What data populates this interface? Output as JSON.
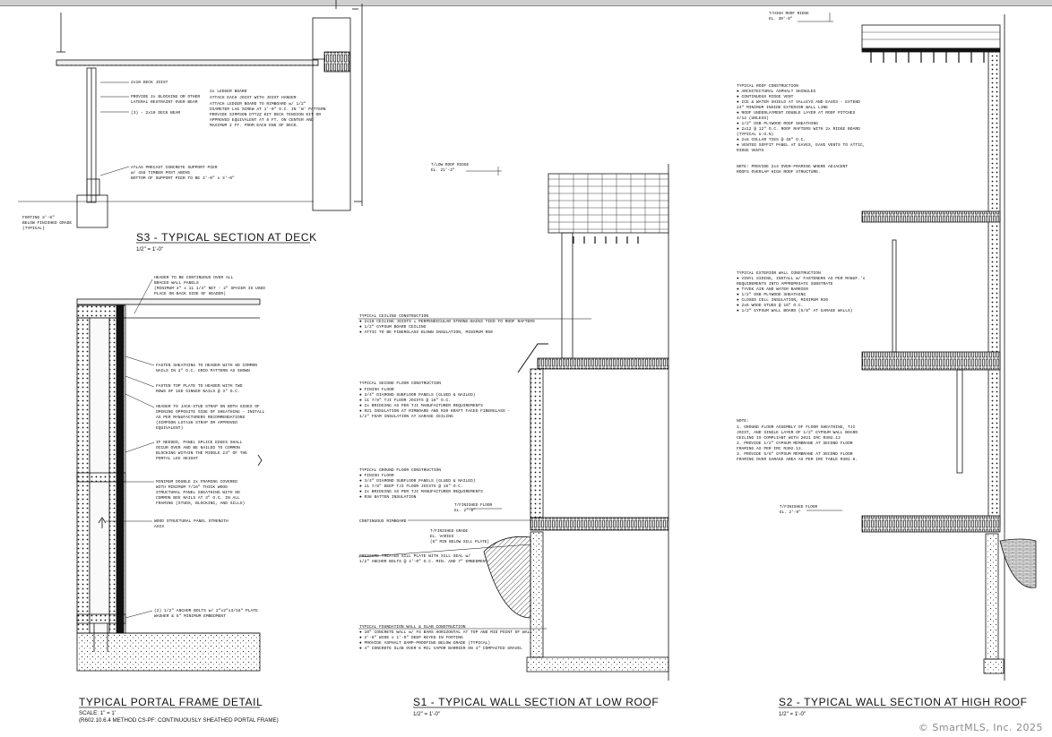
{
  "watermark": "© SmartMLS, Inc.  2025",
  "s3": {
    "title": "S3 - TYPICAL SECTION AT DECK",
    "scale": "1/2\" = 1'-0\"",
    "notes": {
      "deck_joist": "2x10 DECK JOIST",
      "blocking": [
        "PROVIDE 2x BLOCKING OR OTHER",
        "LATERAL RESTRAINT OVER BEAM"
      ],
      "beam": "(3) - 2x10 DECK BEAM",
      "ledger": [
        "2x LEDGER BOARD",
        "ATTACH EACH JOIST WITH JOIST HANGER",
        "ATTACH LEDGER BOARD TO RIMBOARD w/ 1/2\"",
        "DIAMETER LAG SCREW AT 1'-0\" O.C. IN 'W' PATTERN",
        "PROVIDE SIMPSON DTT2Z KIT DECK TENSION KIT OR",
        "APPROVED EQUIVALENT AT 8 FT. ON CENTER AND",
        "MAXIMUM 2 FT. FROM EACH END OF DECK."
      ],
      "pier": [
        "ATLAS PRECAST CONCRETE SUPPORT PIER",
        "w/ 4X6 TIMBER POST ABOVE",
        "BOTTOM OF SUPPORT PIER TO BE 3'-0\" x 3'-0\""
      ],
      "footing": [
        "FOOTING 3'-6\"",
        "BELOW FINISHED GRADE",
        "(TYPICAL)"
      ]
    }
  },
  "portal": {
    "title": "TYPICAL PORTAL FRAME DETAIL",
    "scale": "SCALE: 1\" = 1'",
    "subtitle": "(R602.10.6.4 METHOD CS-PF: CONTINUOUSLY SHEATHED PORTAL FRAME)",
    "notes": {
      "header": [
        "HEADER TO BE CONTINUOUS OVER ALL",
        "BRACED WALL PANELS",
        "(MINIMUM 3\" x 11 1/4\" NET - 2\" SPACER IS USED",
        "PLACE ON BACK SIDE OF HEADER)"
      ],
      "fasten_sheathing": [
        "FASTEN SHEATHING TO HEADER WITH 8D COMMON",
        "NAILS IN 3\" O.C. GRID PATTERN AS SHOWN"
      ],
      "fasten_top_plate": [
        "FASTEN TOP PLATE TO HEADER WITH TWO",
        "ROWS OF 16D SINKER NAILS @ 3\" O.C."
      ],
      "header_jack": [
        "HEADER TO JACK-STUD STRAP ON BOTH SIDES OF",
        "OPENING OPPOSITE SIDE OF SHEATHING - INSTALL",
        "AS PER MANUFACTURERS RECOMMENDATIONS",
        "(SIMPSON LSTA36 STRAP OR APPROVED",
        "EQUIVALENT)"
      ],
      "splice": [
        "IF NEEDED, PANEL SPLICE EDGES SHALL",
        "OCCUR OVER AND BE NAILED TO COMMON",
        "BLOCKING WITHIN THE MIDDLE 24\" OF THE",
        "PORTAL LEG HEIGHT"
      ],
      "double_framing": [
        "MINIMUM DOUBLE 2x FRAMING COVERED",
        "WITH MINIMUM 7/16\" THICK WOOD",
        "STRUCTURAL PANEL SHEATHING WITH 8D",
        "COMMON BOX NAILS AT 3\" O.C. IN ALL",
        "FRAMING (STUDS, BLOCKING, AND SILLS)"
      ],
      "axis": [
        "WOOD STRUCTURAL PANEL STRENGTH",
        "AXIS"
      ],
      "anchor": [
        "(2) 1/2\" ANCHOR BOLTS w/ 2\"x2\"x3/16\" PLATE",
        "WASHER & 5\" MINIMUM EMBEDMENT"
      ]
    }
  },
  "s1": {
    "title": "S1 - TYPICAL WALL SECTION AT LOW ROOF",
    "scale": "1/2\" = 1'-0\"",
    "elev_roof": [
      "T/LOW ROOF RIDGE",
      "EL. 21'-3\""
    ],
    "elev_floor": [
      "T/FINISHED FLOOR",
      "EL. 2'-0\""
    ],
    "elev_grade": [
      "T/FINISHED GRADE",
      "EL. VARIES",
      "(8\" MIN BELOW SILL PLATE)"
    ],
    "rimboard": "CONTINUOUS RIMBOARD",
    "sill": [
      "PRESSURE TREATED SILL PLATE WITH SILL SEAL w/",
      "1/2\" ANCHOR BOLTS @ 4'-0\" O.C. MIN. AND 7\" EMBEDMENT"
    ],
    "ceiling": [
      "TYPICAL CEILING CONSTRUCTION",
      "● 2x10 CEILING JOISTS ⊥ PERPENDICULAR STRONG-BACKS TIED TO ROOF RAFTERS",
      "● 1/2\" GYPSUM BOARD CEILING",
      "● ATTIC TO BE FIBERGLASS BLOWN INSULATION, MINIMUM R50"
    ],
    "second_floor": [
      "TYPICAL SECOND FLOOR CONSTRUCTION",
      "● FINISH FLOOR",
      "● 3/4\" DIAMOND SUBFLOOR PANELS (GLUED & NAILED)",
      "● 11 7/8\" TJI FLOOR JOISTS @ 16\" O.C.",
      "● 2x BRIDGING AS PER TJI MANUFACTURER REQUIREMENTS",
      "● R21 INSULATION AT RIMBOARD AND R30 KRAFT FACED FIBERGLASS -",
      "  1/2\" FOAM INSULATION AT GARAGE CEILING"
    ],
    "ground_floor": [
      "TYPICAL GROUND FLOOR CONSTRUCTION",
      "● FINISH FLOOR",
      "● 3/4\" DIAMOND SUBFLOOR PANELS (GLUED & NAILED)",
      "● 11 7/8\" DEEP TJI FLOOR JOISTS @ 16\" O.C.",
      "● 2x BRIDGING AS PER TJI MANUFACTURER REQUIREMENTS",
      "● R38 BATTEN INSULATION"
    ],
    "foundation": [
      "TYPICAL FOUNDATION WALL & SLAB CONSTRUCTION",
      "● 10\" CONCRETE WALL w/ #4 BARS HORIZONTAL AT TOP AND MID POINT OF WALL",
      "● 2'-0\" WIDE x 1'-0\" DEEP KEYED IN FOOTING",
      "● PROVIDE ASPHALT DAMP-PROOFING BELOW GRADE (TYPICAL)",
      "● 4\" CONCRETE SLAB OVER 6 MIL VAPOR BARRIER ON 4\" COMPACTED GRAVEL"
    ]
  },
  "s2": {
    "title": "S2 - TYPICAL WALL SECTION AT HIGH ROOF",
    "scale": "1/2\" = 1'-0\"",
    "elev_roof": [
      "T/HIGH ROOF RIDGE",
      "EL. 30'-9\""
    ],
    "elev_floor": [
      "T/FINISHED FLOOR",
      "EL. 2'-0\""
    ],
    "roof": [
      "TYPICAL ROOF CONSTRUCTION",
      "● ARCHITECTURAL ASPHALT SHINGLES",
      "● CONTINUOUS RIDGE VENT",
      "● ICE & WATER SHIELD AT VALLEYS AND EAVES - EXTEND",
      "  24\" MINIMUM INSIDE EXTERIOR WALL LINE",
      "● ROOF UNDERLAYMENT DOUBLE LAYER AT ROOF PITCHES",
      "  4/12 (UNLESS)",
      "● 1/2\" OSB PLYWOOD ROOF SHEATHING",
      "● 2x12 @ 12\" O.C. ROOF RAFTERS WITH 2x RIDGE BOARD",
      "  (TYPICAL U.O.N)",
      "● 2x6 COLLAR TIES @ 48\" O.C.",
      "● VENTED SOFFIT PANEL AT EAVES, EAVE VENTS TO ATTIC,",
      "  RIDGE VENTS"
    ],
    "roof_note": [
      "NOTE: PROVIDE 2x4 OVER-FRAMING WHERE ADJACENT",
      "ROOFS OVERLAP HIGH ROOF STRUCTURE."
    ],
    "ext_wall": [
      "TYPICAL EXTERIOR WALL CONSTRUCTION",
      "● VINYL SIDING, INSTALL w/ FASTENERS AS PER MANUF.'s",
      "  REQUIREMENTS INTO APPROPRIATE SUBSTRATE",
      "● TYVEK AIR AND WATER BARRIER",
      "● 1/2\" OSB PLYWOOD SHEATHING",
      "● CLOSED CELL INSULATION, MINIMUM R20",
      "● 2x6 WOOD STUDS @ 16\" O.C.",
      "● 1/2\" GYPSUM WALL BOARD (5/8\" AT GARAGE WALLS)"
    ],
    "notes": [
      "NOTE:",
      "1. GROUND FLOOR ASSEMBLY OF FLOOR SHEATHING, TJI",
      "   JOIST, AND SINGLE LAYER OF 1/2\" GYPSUM WALL BOARD",
      "   CEILING IS COMPLIANT WITH 2021 IRC R302.13",
      "2. PROVIDE 1/2\" GYPSUM MEMBRANE AT SECOND FLOOR",
      "   FRAMING AS PER IRC R302.13.",
      "3. PROVIDE 5/8\" GYPSUM MEMBRANE AT SECOND FLOOR",
      "   FRAMING OVER GARAGE AREA AS PER IRC TABLE R302.6."
    ]
  }
}
